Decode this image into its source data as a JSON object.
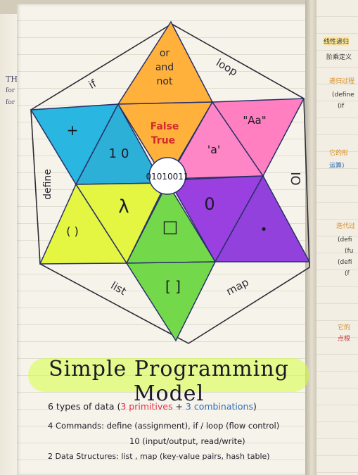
{
  "left_page": {
    "lines": [
      "TH",
      "for",
      "for"
    ]
  },
  "right_page": {
    "notes": [
      "线性递归",
      "阶乘定义",
      "递归过程",
      "(define",
      "(if",
      "它的形",
      "运算)",
      "迭代过",
      "(defi",
      "(fu",
      "(defi",
      "(f",
      "它的",
      "点根"
    ]
  },
  "diagram": {
    "triangles": {
      "top": [
        "or",
        "and",
        "not"
      ],
      "center_top": [
        "False",
        "True"
      ],
      "left_upper_outer": "+",
      "left_upper_inner": "10",
      "right_upper_outer": "\"Aa\"",
      "right_upper_inner": "'a'",
      "left_lower_inner": "λ",
      "left_lower_outer": "( )",
      "center_bottom": "□",
      "right_lower_inner": "0",
      "right_lower_outer": "•",
      "bottom": "[ ]"
    },
    "center_circle": "01010011",
    "outer_labels": {
      "top_right": "loop",
      "top_left": "if",
      "left": "define",
      "right": "IO",
      "bottom_left": "list",
      "bottom_right": "map"
    },
    "colors": {
      "orange": "#ffb13b",
      "pink": "#ff7fc0",
      "purple": "#9a3fe0",
      "green": "#74d94a",
      "yellow": "#e4f542",
      "cyan": "#29b6e0"
    }
  },
  "title": "Simple Programming Model",
  "notes": {
    "line1_pre": "6  types of data (",
    "line1_red": "3 primitives",
    "line1_mid": " + ",
    "line1_blue": "3 combinations",
    "line1_post": ")",
    "line2": "4  Commands: define (assignment), if / loop (flow control)",
    "line3": "10 (input/output, read/write)",
    "line4": "2  Data Structures: list , map (key-value pairs, hash table)"
  }
}
